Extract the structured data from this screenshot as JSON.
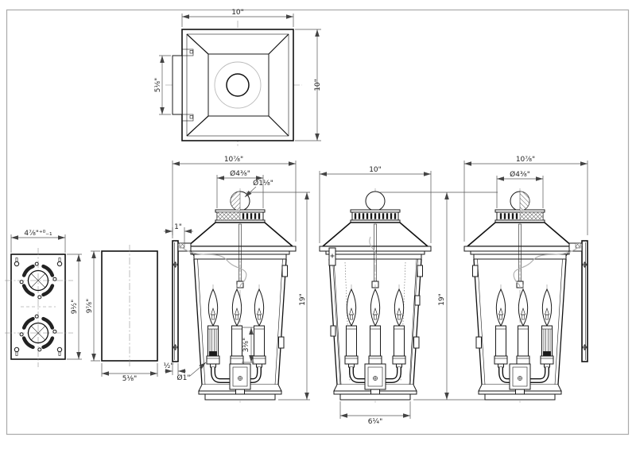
{
  "drawing_type": "wall lantern technical drawing, four orthographic views with dimensions",
  "colors": {
    "line_color": "#1a1a1a",
    "dimension_color": "#555555",
    "centerline_color": "#888888",
    "wire_color": "#b3b3b3",
    "page_border": "#aaaaaa",
    "background": "#ffffff"
  },
  "views": {
    "top": {
      "width": "10\"",
      "depth": "10\"",
      "bracket_height": "5⅛\""
    },
    "backplate_front": {
      "width": "4⅞\"⁺⁰₋₁",
      "height": "9½\""
    },
    "backplate_side": {
      "height": "9⅞\"",
      "depth": "5⅛\""
    },
    "side_left": {
      "overall_depth": "10⅞\"",
      "cap_diameter": "Ø4⅜\"",
      "finial_diameter": "Ø1⅛\"",
      "roof_offset": "1\"",
      "socket_height": "3⅜\"",
      "tube_diameter": "Ø1\"",
      "plate_thickness": "½\"",
      "overall_height": "19\""
    },
    "front": {
      "width": "10\"",
      "base_width": "6¼\"",
      "overall_height": "19\""
    },
    "side_right": {
      "overall_depth": "10⅞\"",
      "cap_diameter": "Ø4⅜\""
    }
  }
}
